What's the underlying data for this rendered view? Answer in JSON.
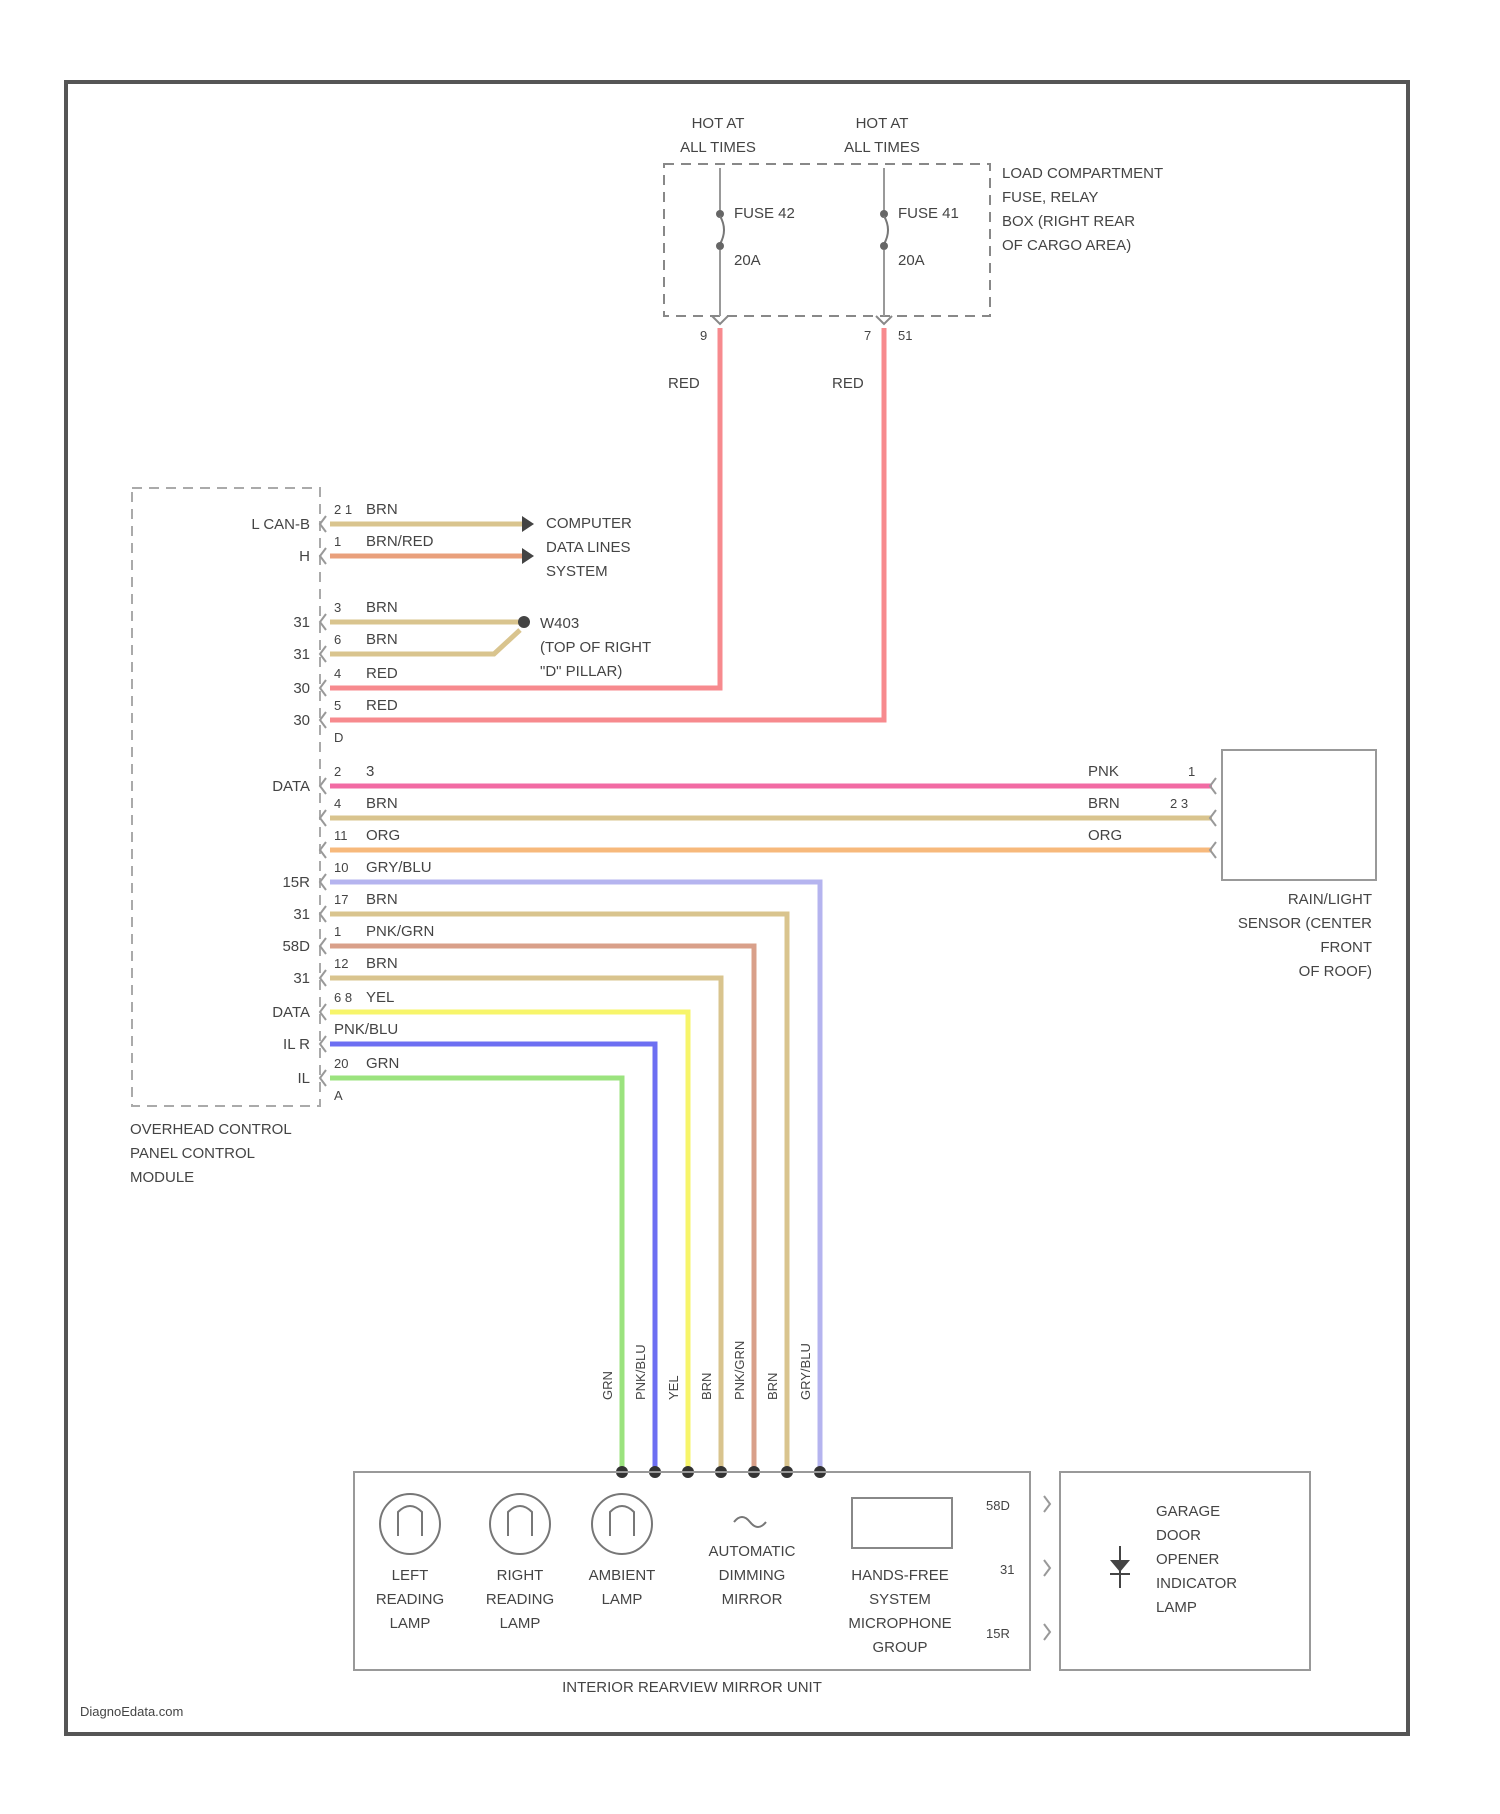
{
  "fuse_box": {
    "hot1": [
      "HOT AT",
      "ALL TIMES"
    ],
    "hot2": [
      "HOT AT",
      "ALL TIMES"
    ],
    "fuse1": "FUSE 42",
    "fuse1_amp": "20A",
    "fuse2": "FUSE 41",
    "fuse2_amp": "20A",
    "pin1": "9",
    "pin2": "7",
    "pin2_conn": "51",
    "name": [
      "LOAD COMPARTMENT",
      "FUSE, RELAY",
      "BOX (RIGHT REAR",
      "OF CARGO AREA)"
    ],
    "wire1": "RED",
    "wire2": "RED"
  },
  "ocp_module": {
    "name": [
      "OVERHEAD CONTROL",
      "PANEL CONTROL",
      "MODULE"
    ],
    "pins": [
      {
        "sig": "L CAN-B",
        "pin": "2 1",
        "wire": "BRN"
      },
      {
        "sig": "H",
        "pin": "1",
        "wire": "BRN/RED"
      },
      {
        "sig": "31",
        "pin": "3",
        "wire": "BRN"
      },
      {
        "sig": "31",
        "pin": "6",
        "wire": "BRN"
      },
      {
        "sig": "30",
        "pin": "4",
        "wire": "RED"
      },
      {
        "sig": "30",
        "pin": "5",
        "wire": "RED"
      },
      {
        "sig": "",
        "pin": "D",
        "wire": ""
      },
      {
        "sig": "DATA",
        "pin": "2",
        "wire": "3"
      },
      {
        "sig": "",
        "pin": "4",
        "wire": "BRN"
      },
      {
        "sig": "",
        "pin": "11",
        "wire": "ORG"
      },
      {
        "sig": "15R",
        "pin": "10",
        "wire": "GRY/BLU"
      },
      {
        "sig": "31",
        "pin": "17",
        "wire": "BRN"
      },
      {
        "sig": "58D",
        "pin": "1",
        "wire": "PNK/GRN"
      },
      {
        "sig": "31",
        "pin": "12",
        "wire": "BRN"
      },
      {
        "sig": "DATA",
        "pin": "6 8",
        "wire": "YEL"
      },
      {
        "sig": "IL R",
        "pin": "",
        "wire": "PNK/BLU"
      },
      {
        "sig": "IL",
        "pin": "20",
        "wire": "GRN"
      },
      {
        "sig": "",
        "pin": "A",
        "wire": ""
      }
    ]
  },
  "computer_data": [
    "COMPUTER",
    "DATA LINES",
    "SYSTEM"
  ],
  "ground": [
    "W403",
    "(TOP OF RIGHT",
    "\"D\" PILLAR)"
  ],
  "rain_sensor": {
    "name": [
      "RAIN/LIGHT",
      "SENSOR (CENTER",
      "FRONT",
      "OF ROOF)"
    ],
    "wires": [
      {
        "color": "PNK",
        "pin": "1"
      },
      {
        "color": "BRN",
        "pin": "2 3"
      },
      {
        "color": "ORG",
        "pin": ""
      }
    ]
  },
  "mirror": {
    "unit_name": "INTERIOR REARVIEW MIRROR UNIT",
    "left_lamp": [
      "LEFT",
      "READING",
      "LAMP"
    ],
    "right_lamp": [
      "RIGHT",
      "READING",
      "LAMP"
    ],
    "ambient_lamp": [
      "AMBIENT",
      "LAMP"
    ],
    "auto_dim": [
      "AUTOMATIC",
      "DIMMING",
      "MIRROR"
    ],
    "handsfree": [
      "HANDS-FREE",
      "SYSTEM",
      "MICROPHONE",
      "GROUP"
    ],
    "wire_labels": [
      "GRN",
      "PNK/BLU",
      "YEL",
      "BRN",
      "PNK/GRN",
      "BRN",
      "GRY/BLU"
    ],
    "side_labels": [
      "58D",
      "31",
      "15R"
    ]
  },
  "garage": [
    "GARAGE",
    "DOOR",
    "OPENER",
    "INDICATOR",
    "LAMP"
  ],
  "watermark": "DiagnoEdata.com",
  "colors": {
    "red": "#f78a8e",
    "brn": "#d9c48e",
    "brnred": "#e9a07c",
    "pnk": "#f26ba4",
    "org": "#f7b97c",
    "grybl": "#b5b4ef",
    "pnkgrn": "#d9a08a",
    "yel": "#f7f56a",
    "blu": "#6d6ff2",
    "grn": "#9be37e"
  }
}
